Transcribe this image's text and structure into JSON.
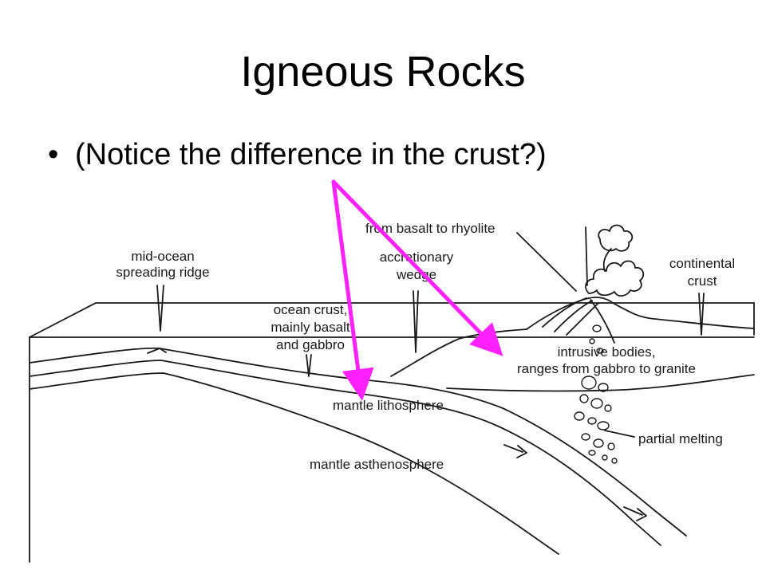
{
  "slide": {
    "title": "Igneous Rocks",
    "bullet_marker": "•",
    "bullet_text": "(Notice the difference in the crust?)"
  },
  "diagram": {
    "labels": {
      "top_partial": "from basalt to rhyolite",
      "ridge_line1": "mid-ocean",
      "ridge_line2": "spreading ridge",
      "ocean_crust_line1": "ocean crust,",
      "ocean_crust_line2": "mainly basalt",
      "ocean_crust_line3": "and gabbro",
      "wedge_line1": "accretionary",
      "wedge_line2": "wedge",
      "continental_line1": "continental",
      "continental_line2": "crust",
      "intrusive_line1": "intrusive bodies,",
      "intrusive_line2": "ranges from gabbro to granite",
      "mantle_litho": "mantle lithosphere",
      "mantle_astheno": "mantle asthenosphere",
      "partial_melting": "partial melting"
    },
    "colors": {
      "arrow": "#ff22ff",
      "linework": "#1a1a1a"
    }
  }
}
